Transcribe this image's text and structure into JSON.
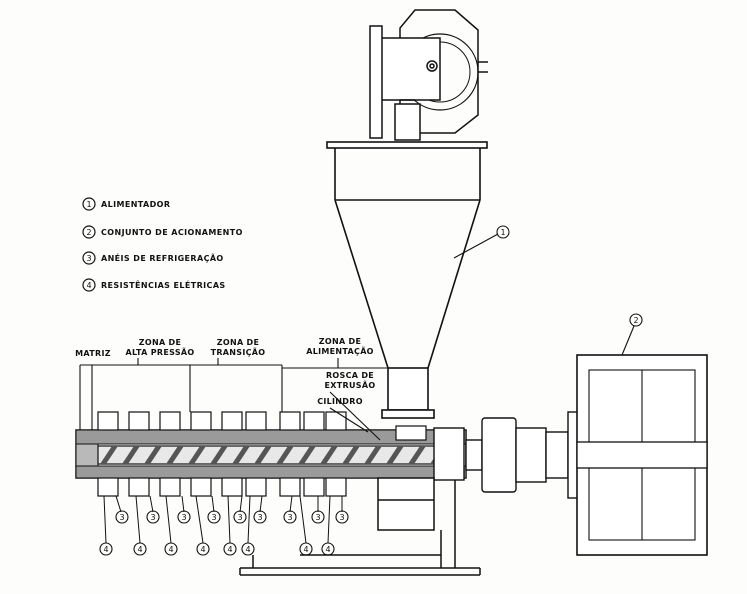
{
  "legend": [
    {
      "num": "1",
      "text": "ALIMENTADOR"
    },
    {
      "num": "2",
      "text": "CONJUNTO DE ACIONAMENTO"
    },
    {
      "num": "3",
      "text": "ANÉIS DE REFRIGERAÇÃO"
    },
    {
      "num": "4",
      "text": "RESISTÊNCIAS ELÉTRICAS"
    }
  ],
  "zones": {
    "matriz": "MATRIZ",
    "alta_pressao": [
      "ZONA DE",
      "ALTA PRESSÃO"
    ],
    "transicao": [
      "ZONA DE",
      "TRANSIÇÃO"
    ],
    "alimentacao": [
      "ZONA DE",
      "ALIMENTAÇÃO"
    ],
    "rosca": [
      "ROSCA DE",
      "EXTRUSÃO"
    ],
    "cilindro": "CILINDRO"
  },
  "callouts": {
    "hopper": "1",
    "drive": "2",
    "ring": "3",
    "heater": "4"
  }
}
